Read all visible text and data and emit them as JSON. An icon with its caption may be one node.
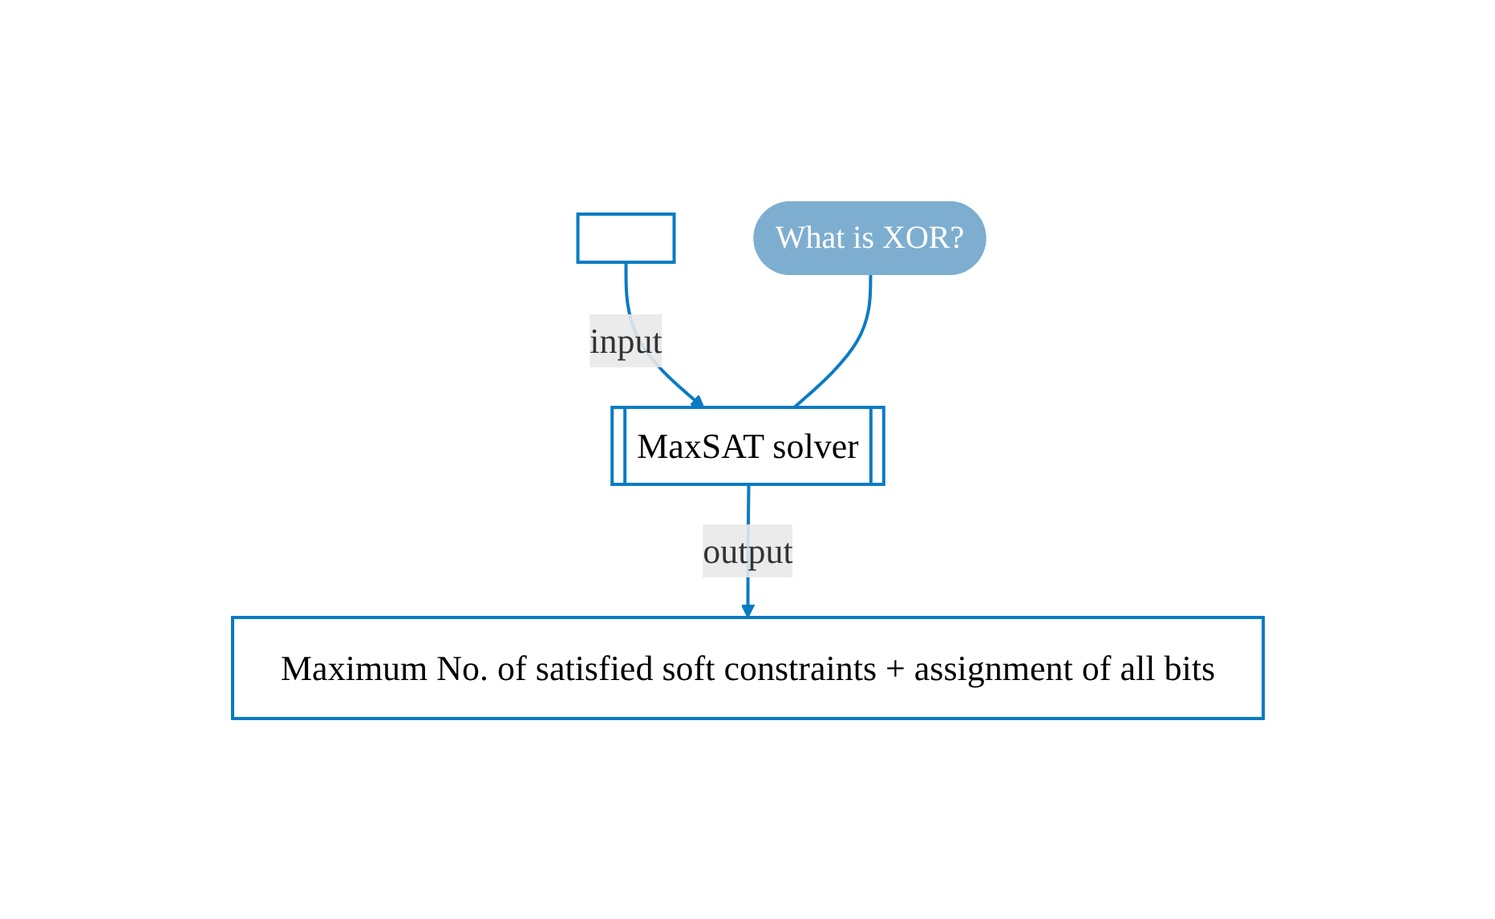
{
  "diagram": {
    "nodes": [
      {
        "text": [],
        "shape": "box"
      },
      {
        "text": [
          "What is XOR?"
        ]
      },
      {
        "text": [
          "MaxSAT solver"
        ]
      },
      {
        "text": [
          "Maximum No. of satisfied soft constraints + assignment of all bits"
        ]
      }
    ],
    "edges": [
      {
        "from": 0,
        "to": 2,
        "arrow": "to",
        "label": "input"
      },
      {
        "from": 1,
        "to": 2,
        "arrow": "none"
      },
      {
        "from": 2,
        "to": 3,
        "arrow": "to",
        "label": "output"
      }
    ]
  }
}
